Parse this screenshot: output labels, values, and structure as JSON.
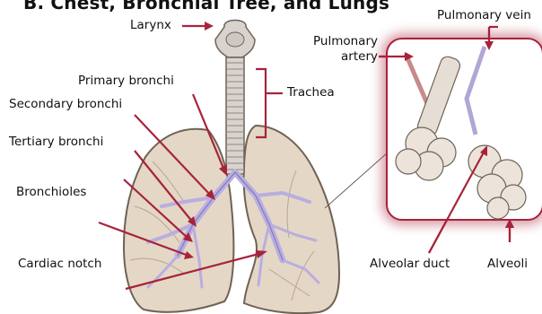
{
  "title": "B. Chest, Bronchial Tree, and Lungs",
  "labels": {
    "larynx": "Larynx",
    "pulmonary_vein": "Pulmonary vein",
    "pulmonary_artery_line1": "Pulmonary",
    "pulmonary_artery_line2": "artery",
    "primary_bronchi": "Primary bronchi",
    "secondary_bronchi": "Secondary bronchi",
    "tertiary_bronchi": "Tertiary bronchi",
    "bronchioles": "Bronchioles",
    "cardiac_notch": "Cardiac notch",
    "trachea": "Trachea",
    "alveolar_duct": "Alveolar duct",
    "alveoli": "Alveoli"
  },
  "colors": {
    "leader": "#a8233a",
    "lung_fill": "#e4d7c6",
    "lung_stroke": "#6f6256",
    "airway": "#b9aee0",
    "airway_stroke": "#7b70b5",
    "cartilage": "#d9d3cf"
  }
}
